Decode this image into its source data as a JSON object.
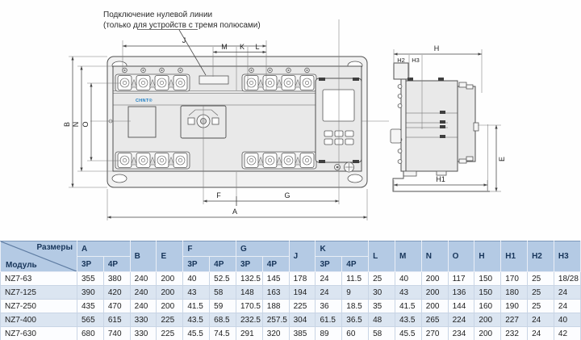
{
  "annotation": {
    "line1": "Подключение нулевой линии",
    "line2": "(только  для устройств с тремя полюсами)"
  },
  "logo": "CHNT®",
  "dim_labels": {
    "a": "A",
    "b": "B",
    "e": "E",
    "f": "F",
    "g": "G",
    "j": "J",
    "k": "K",
    "l": "L",
    "m": "M",
    "n": "N",
    "o": "O",
    "h": "H",
    "h1": "H1",
    "h2": "H2",
    "h3": "H3"
  },
  "table": {
    "corner": {
      "top": "Размеры",
      "bottom": "Модуль"
    },
    "headers": {
      "a": "A",
      "b": "B",
      "e": "E",
      "f": "F",
      "g": "G",
      "j": "J",
      "k": "K",
      "l": "L",
      "m": "M",
      "n": "N",
      "o": "O",
      "h": "H",
      "h1": "H1",
      "h2": "H2",
      "h3": "H3",
      "p3": "3P",
      "p4": "4P"
    },
    "rows": [
      {
        "module": "NZ7-63",
        "values": [
          "355",
          "380",
          "240",
          "200",
          "40",
          "52.5",
          "132.5",
          "145",
          "178",
          "24",
          "11.5",
          "25",
          "40",
          "200",
          "117",
          "150",
          "170",
          "25",
          "18/28"
        ]
      },
      {
        "module": "NZ7-125",
        "values": [
          "390",
          "420",
          "240",
          "200",
          "43",
          "58",
          "148",
          "163",
          "194",
          "24",
          "9",
          "30",
          "43",
          "200",
          "136",
          "150",
          "180",
          "25",
          "24"
        ]
      },
      {
        "module": "NZ7-250",
        "values": [
          "435",
          "470",
          "240",
          "200",
          "41.5",
          "59",
          "170.5",
          "188",
          "225",
          "36",
          "18.5",
          "35",
          "41.5",
          "200",
          "144",
          "160",
          "190",
          "25",
          "24"
        ]
      },
      {
        "module": "NZ7-400",
        "values": [
          "565",
          "615",
          "330",
          "225",
          "43.5",
          "68.5",
          "232.5",
          "257.5",
          "304",
          "61.5",
          "36.5",
          "48",
          "43.5",
          "265",
          "224",
          "200",
          "227",
          "24",
          "40"
        ]
      },
      {
        "module": "NZ7-630",
        "values": [
          "680",
          "740",
          "330",
          "225",
          "45.5",
          "74.5",
          "291",
          "320",
          "385",
          "89",
          "60",
          "58",
          "45.5",
          "270",
          "234",
          "200",
          "232",
          "24",
          "42"
        ]
      }
    ]
  },
  "colors": {
    "header_bg": "#b4cae4",
    "header_text": "#17355a",
    "row_alt_bg": "#dbe5f1",
    "logo_blue": "#1a7dc4",
    "drawing_outline": "#4f4f4f"
  }
}
